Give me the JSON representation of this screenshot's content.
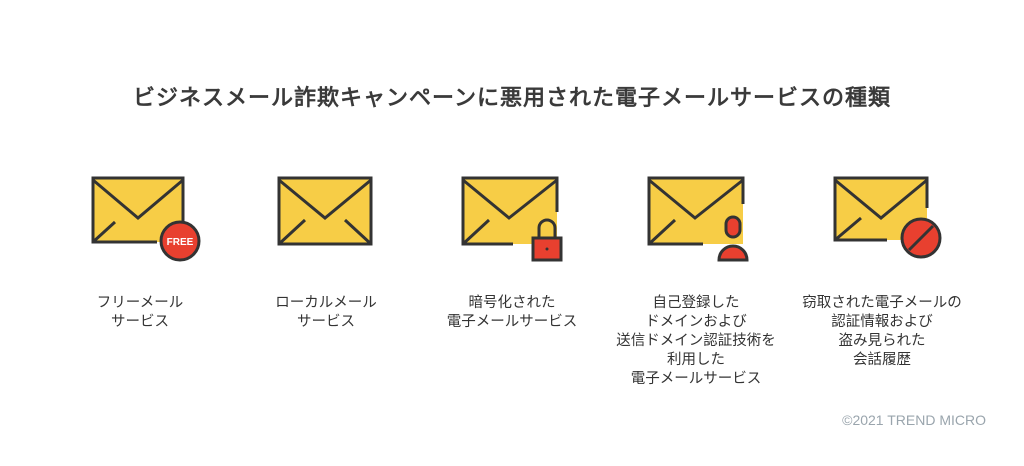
{
  "title": "ビジネスメール詐欺キャンペーンに悪用された電子メールサービスの種類",
  "items": [
    {
      "label": "フリーメール\nサービス",
      "badge": "FREE",
      "icon": "free-badge-icon"
    },
    {
      "label": "ローカルメール\nサービス",
      "icon": "none"
    },
    {
      "label": "暗号化された\n電子メールサービス",
      "icon": "lock-icon"
    },
    {
      "label": "自己登録した\nドメインおよび\n送信ドメイン認証技術を\n利用した\n電子メールサービス",
      "icon": "user-icon"
    },
    {
      "label": "窃取された電子メールの\n認証情報および\n盗み見られた\n会話履歴",
      "icon": "prohibited-icon"
    }
  ],
  "copyright": "©2021 TREND MICRO",
  "colors": {
    "envelope": "#f7cd46",
    "outline": "#333333",
    "badge": "#e8402f"
  }
}
